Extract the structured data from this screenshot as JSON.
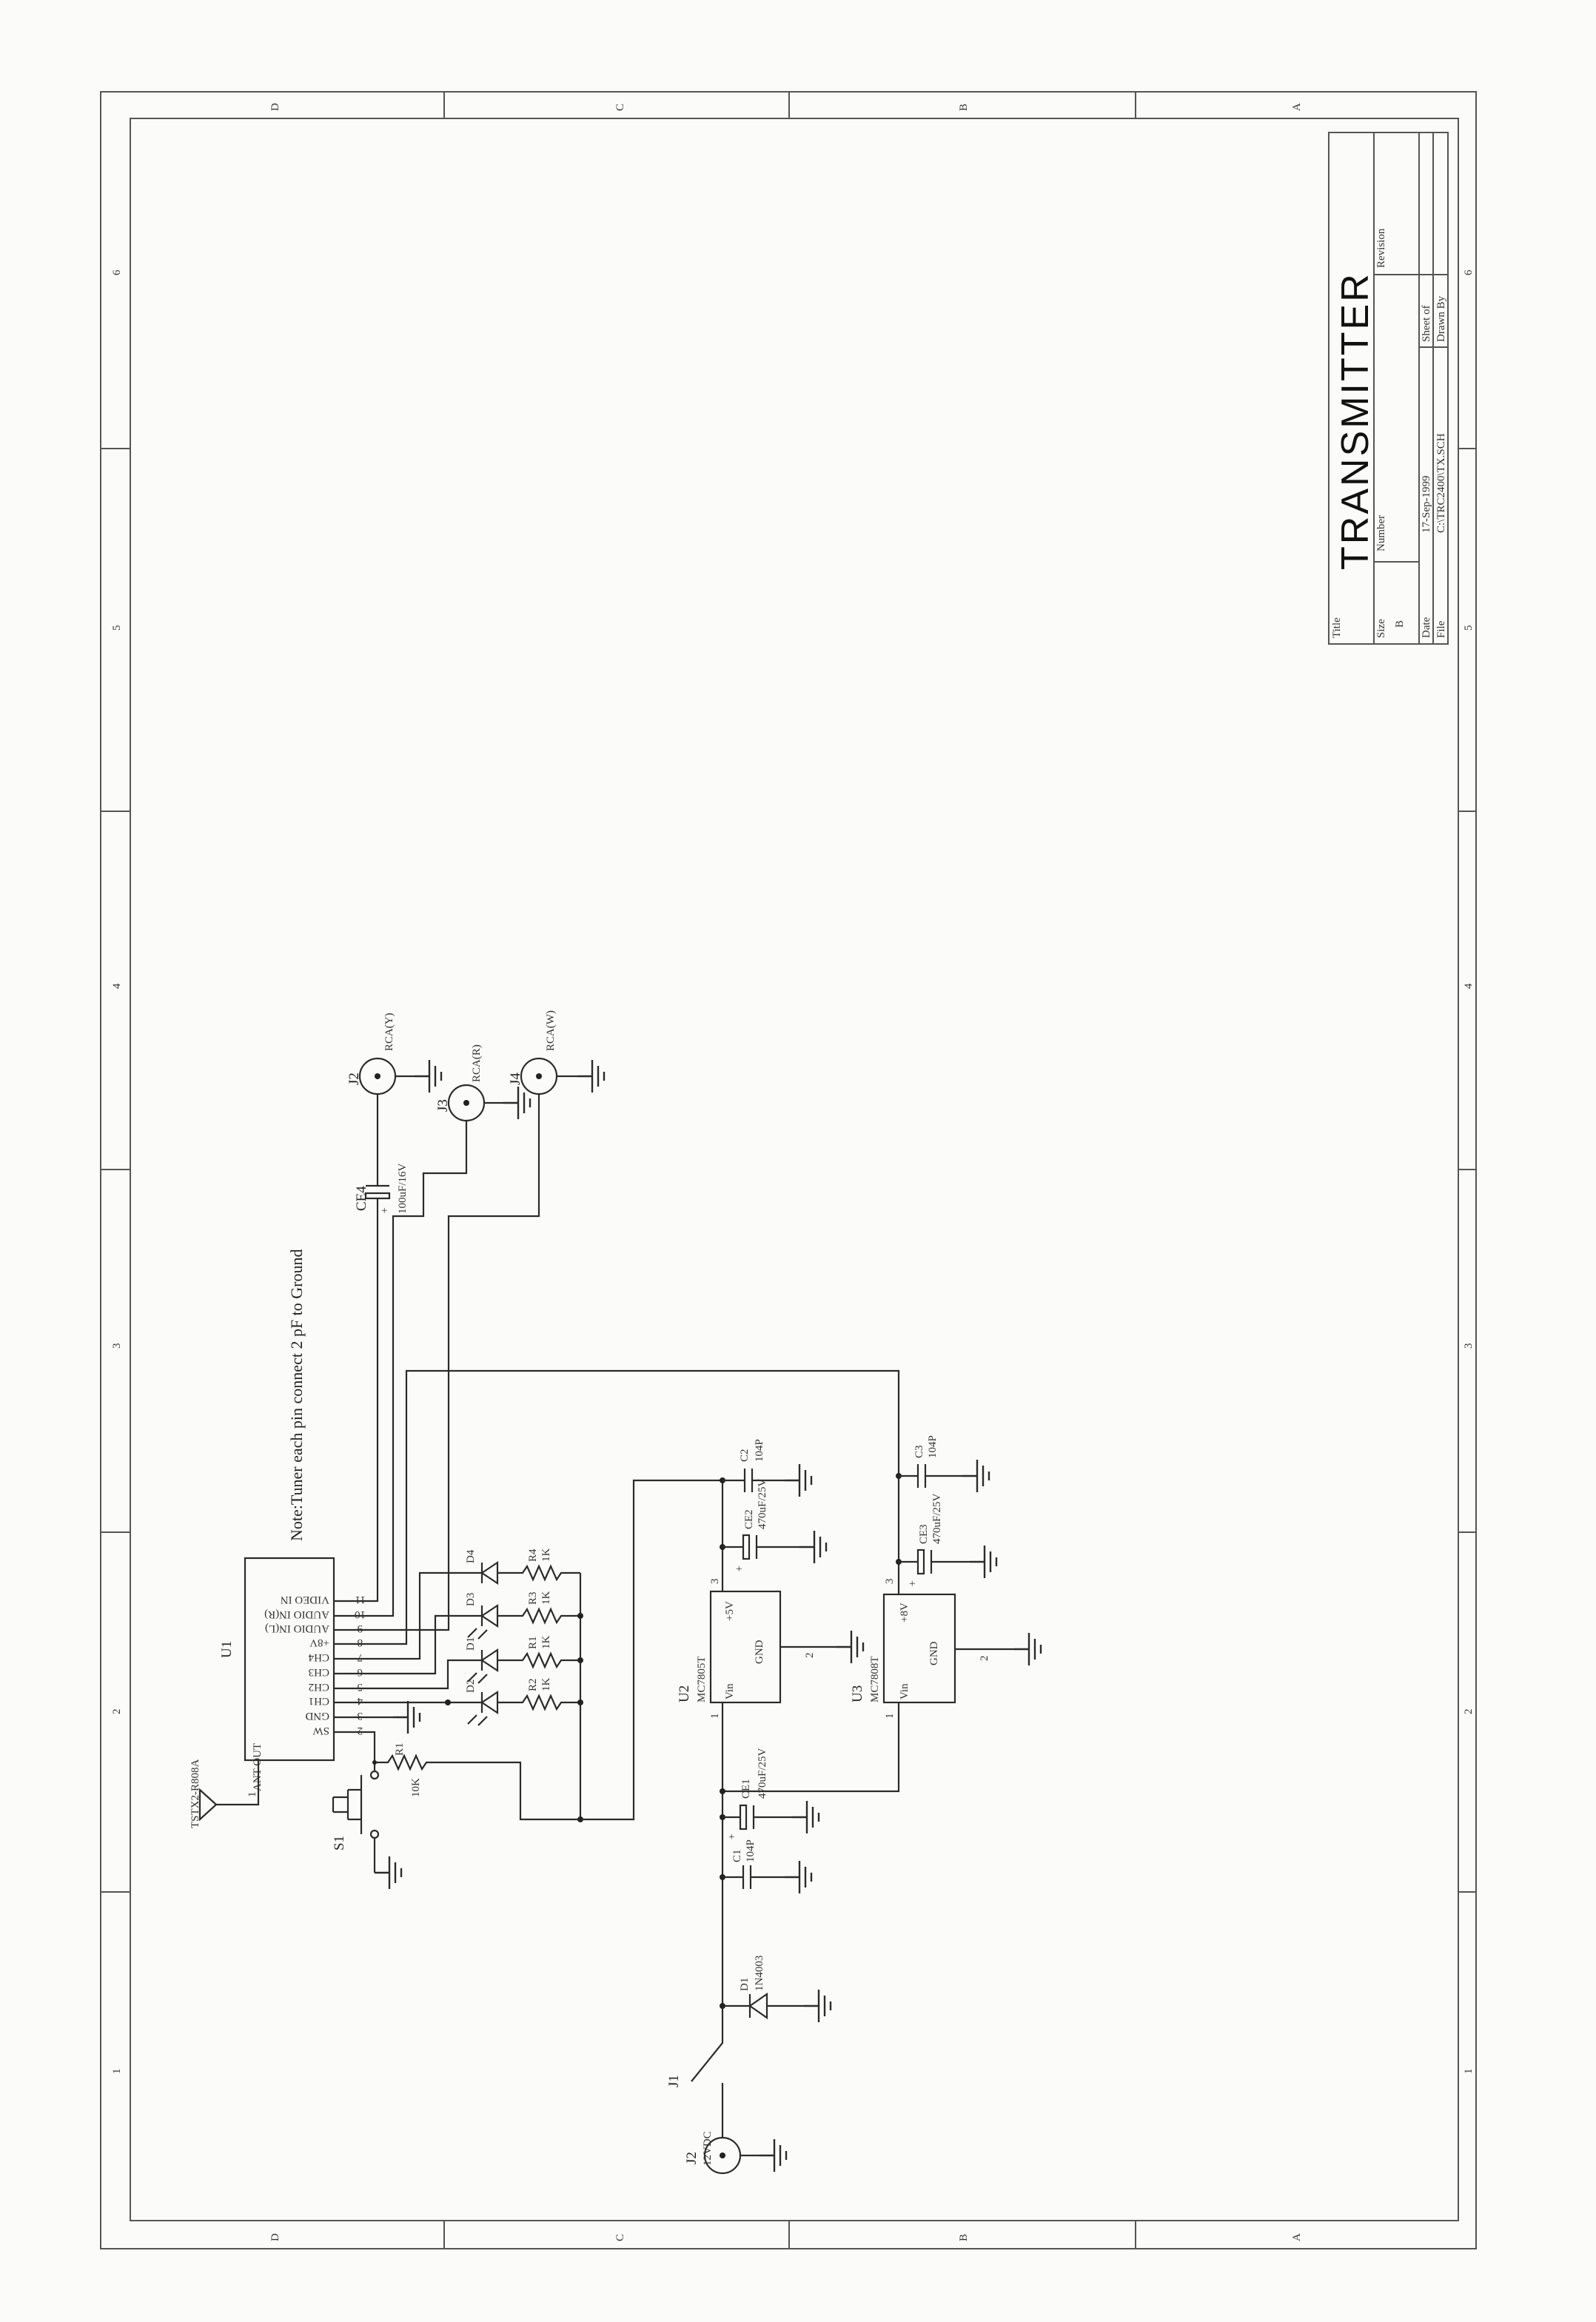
{
  "title_block": {
    "title_label": "Title",
    "title": "TRANSMITTER",
    "size_label": "Size",
    "size": "B",
    "number_label": "Number",
    "revision_label": "Revision",
    "date_label": "Date",
    "date": "17-Sep-1999",
    "sheet_label": "Sheet   of",
    "file_label": "File",
    "file": "C:\\TRC2400\\TX.SCH",
    "drawn_by_label": "Drawn By"
  },
  "zones": {
    "columns": [
      "D",
      "C",
      "B",
      "A"
    ],
    "rows": [
      "6",
      "5",
      "4",
      "3",
      "2",
      "1"
    ]
  },
  "note": "Note:Tuner each pin connect 2 pF to Ground",
  "u1": {
    "ref": "U1",
    "ant_out": "ANT OUT",
    "ant_pin": "1",
    "pins": [
      {
        "num": "11",
        "label": "VIDEO IN"
      },
      {
        "num": "10",
        "label": "AUDIO IN(R)"
      },
      {
        "num": "9",
        "label": "AUDIO IN(L)"
      },
      {
        "num": "8",
        "label": "+8V"
      },
      {
        "num": "7",
        "label": "CH4"
      },
      {
        "num": "6",
        "label": "CH3"
      },
      {
        "num": "5",
        "label": "CH2"
      },
      {
        "num": "4",
        "label": "CH1"
      },
      {
        "num": "3",
        "label": "GND"
      },
      {
        "num": "2",
        "label": "SW"
      }
    ]
  },
  "antenna": "TSTX2-R808A",
  "connectors": [
    {
      "ref": "J2",
      "type": "RCA(Y)"
    },
    {
      "ref": "J3",
      "type": "RCA(R)"
    },
    {
      "ref": "J4",
      "type": "RCA(W)"
    }
  ],
  "ce4": {
    "ref": "CE4",
    "value": "100uF/16V"
  },
  "leds": [
    "D4",
    "D3",
    "D1",
    "D2"
  ],
  "led_resistors": [
    {
      "ref": "R4",
      "value": "1K"
    },
    {
      "ref": "R3",
      "value": "1K"
    },
    {
      "ref": "R1",
      "value": "1K"
    },
    {
      "ref": "R2",
      "value": "1K"
    }
  ],
  "r1": {
    "ref": "R1",
    "value": "10K"
  },
  "s1": "S1",
  "u2": {
    "ref": "U2",
    "part": "MC7805T",
    "out": "+5V",
    "gnd": "GND",
    "vin": "Vin",
    "pin_out": "3",
    "pin_gnd": "2",
    "pin_in": "1"
  },
  "u3": {
    "ref": "U3",
    "part": "MC7808T",
    "out": "+8V",
    "gnd": "GND",
    "vin": "Vin",
    "pin_out": "3",
    "pin_gnd": "2",
    "pin_in": "1"
  },
  "c2": {
    "ref": "C2",
    "value": "104P"
  },
  "ce2": {
    "ref": "CE2",
    "value": "470uF/25V"
  },
  "c3": {
    "ref": "C3",
    "value": "104P"
  },
  "ce3": {
    "ref": "CE3",
    "value": "470uF/25V"
  },
  "ce1": {
    "ref": "CE1",
    "value": "470uF/25V"
  },
  "c1": {
    "ref": "C1",
    "value": "104P"
  },
  "d1": {
    "ref": "D1",
    "value": "1N4003"
  },
  "j1": "J1",
  "power_jack": {
    "ref": "J2",
    "value": "12VDC"
  },
  "plus_sign": "+"
}
